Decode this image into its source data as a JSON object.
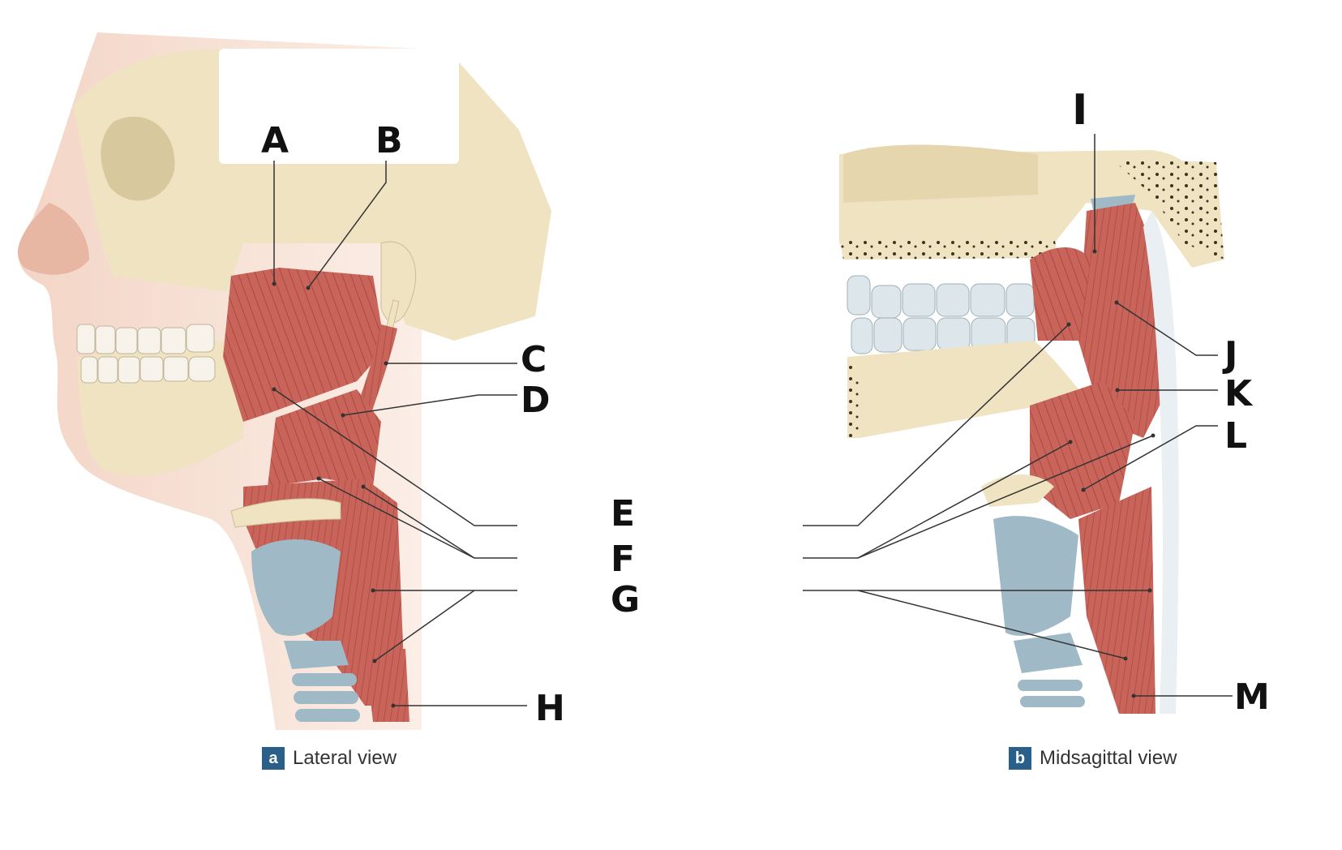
{
  "labels": {
    "A": "A",
    "B": "B",
    "C": "C",
    "D": "D",
    "E": "E",
    "F": "F",
    "G": "G",
    "H": "H",
    "I": "I",
    "J": "J",
    "K": "K",
    "L": "L",
    "M": "M"
  },
  "captions": {
    "a": {
      "badge": "a",
      "text": "Lateral view"
    },
    "b": {
      "badge": "b",
      "text": "Midsagittal view"
    }
  },
  "colors": {
    "muscle": "#c9645a",
    "muscle_dark": "#a84a42",
    "bone": "#efe3c2",
    "bone_shadow": "#d8c89e",
    "cartilage": "#9fb9c7",
    "skin": "#f1d9c8",
    "badge": "#2a5f8a"
  }
}
